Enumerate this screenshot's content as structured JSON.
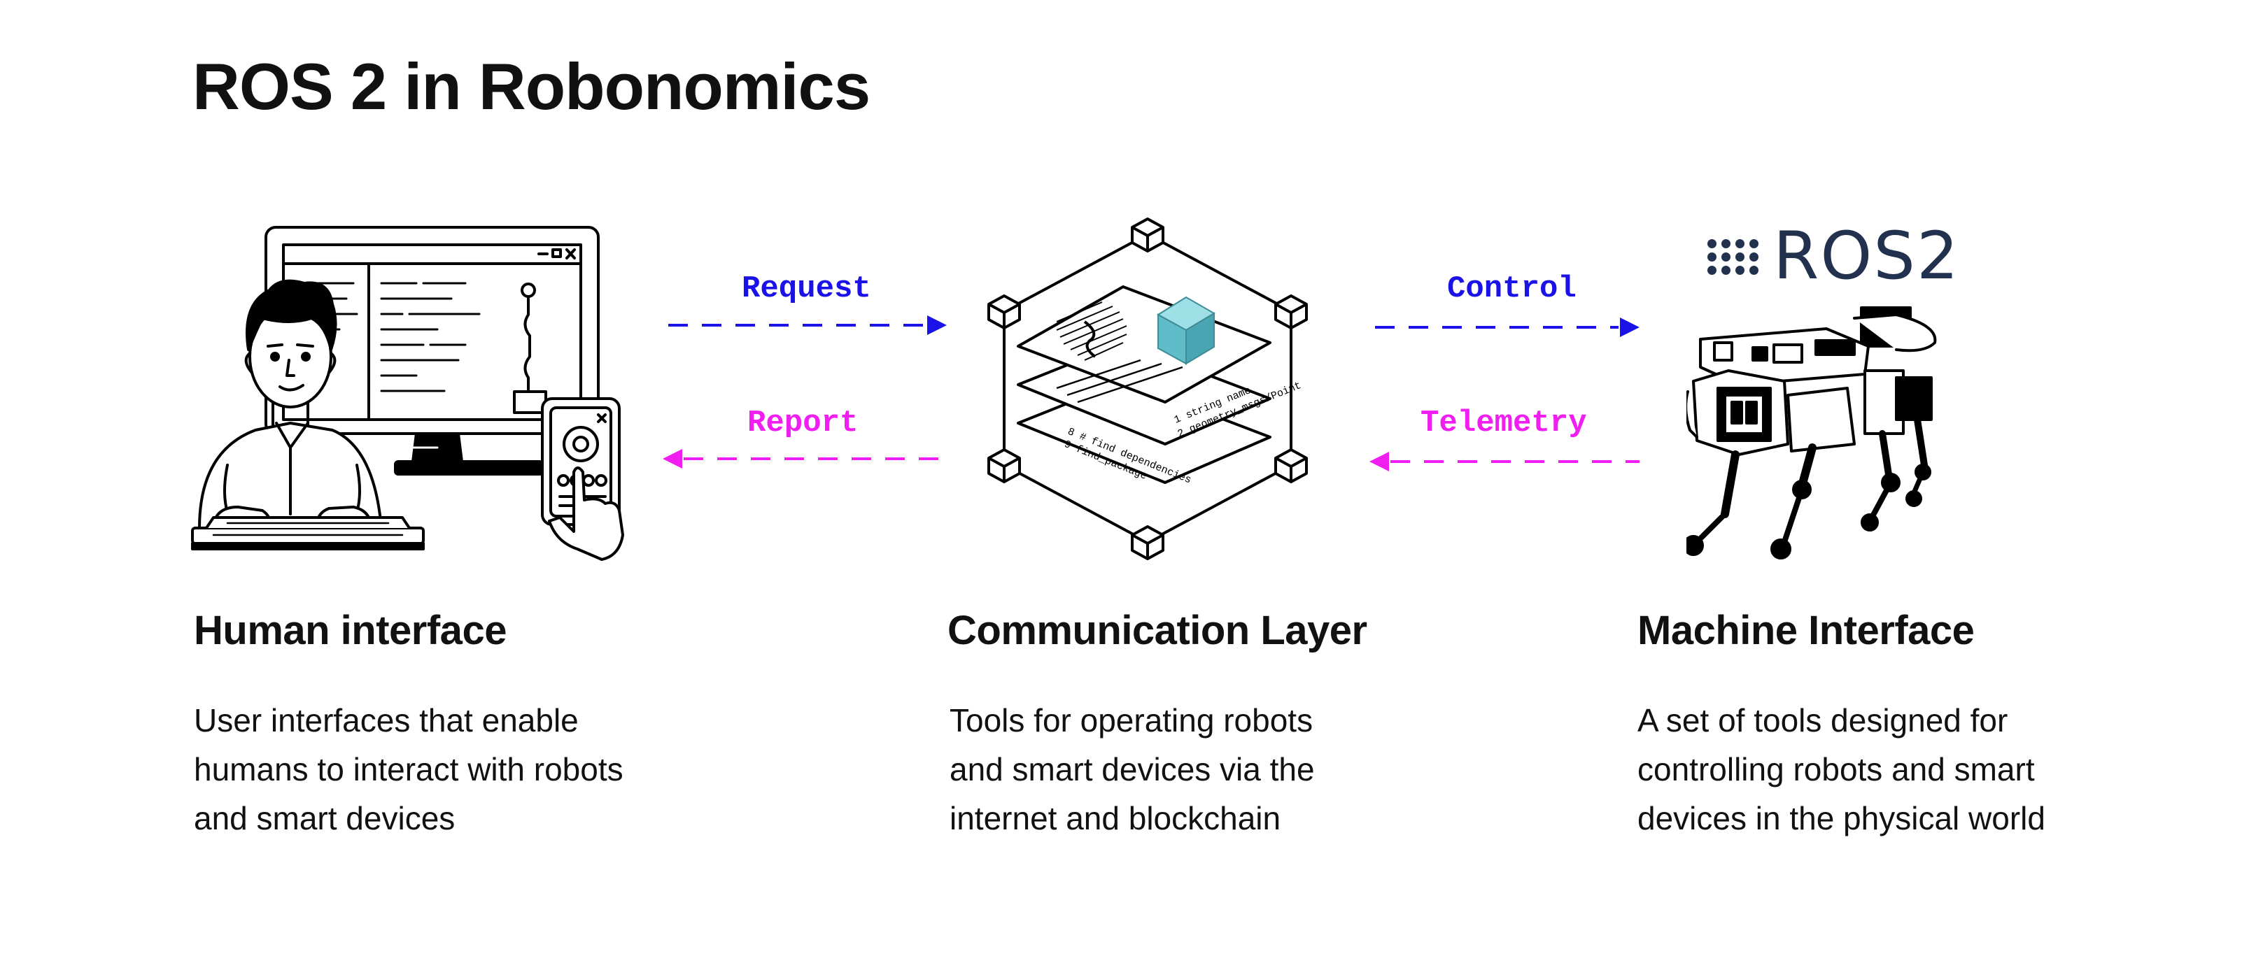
{
  "title": "ROS 2 in Robonomics",
  "colors": {
    "request_control": "#1a12e6",
    "report_telemetry": "#f01ef0",
    "ros_brand": "#22314e",
    "cube_accent": "#5fbcc8"
  },
  "arrows": {
    "request": "Request",
    "report": "Report",
    "control": "Control",
    "telemetry": "Telemetry"
  },
  "ros_logo": {
    "text": "ROS2"
  },
  "layer_texts": {
    "line1": "1 string name",
    "line2": "2 geometry_msgs/Point",
    "line3": "8 # find dependencies",
    "line4": "9 find_package"
  },
  "columns": [
    {
      "title": "Human interface",
      "description": "User interfaces that enable humans to interact with robots and smart devices",
      "icon": "person-at-computer-illustration"
    },
    {
      "title": "Communication Layer",
      "description": "Tools for operating robots and smart devices via the internet and blockchain",
      "icon": "layered-cube-network-illustration"
    },
    {
      "title": "Machine Interface",
      "description": "A set of tools designed for controlling robots and smart devices in the physical world",
      "icon": "robot-dog-illustration"
    }
  ]
}
